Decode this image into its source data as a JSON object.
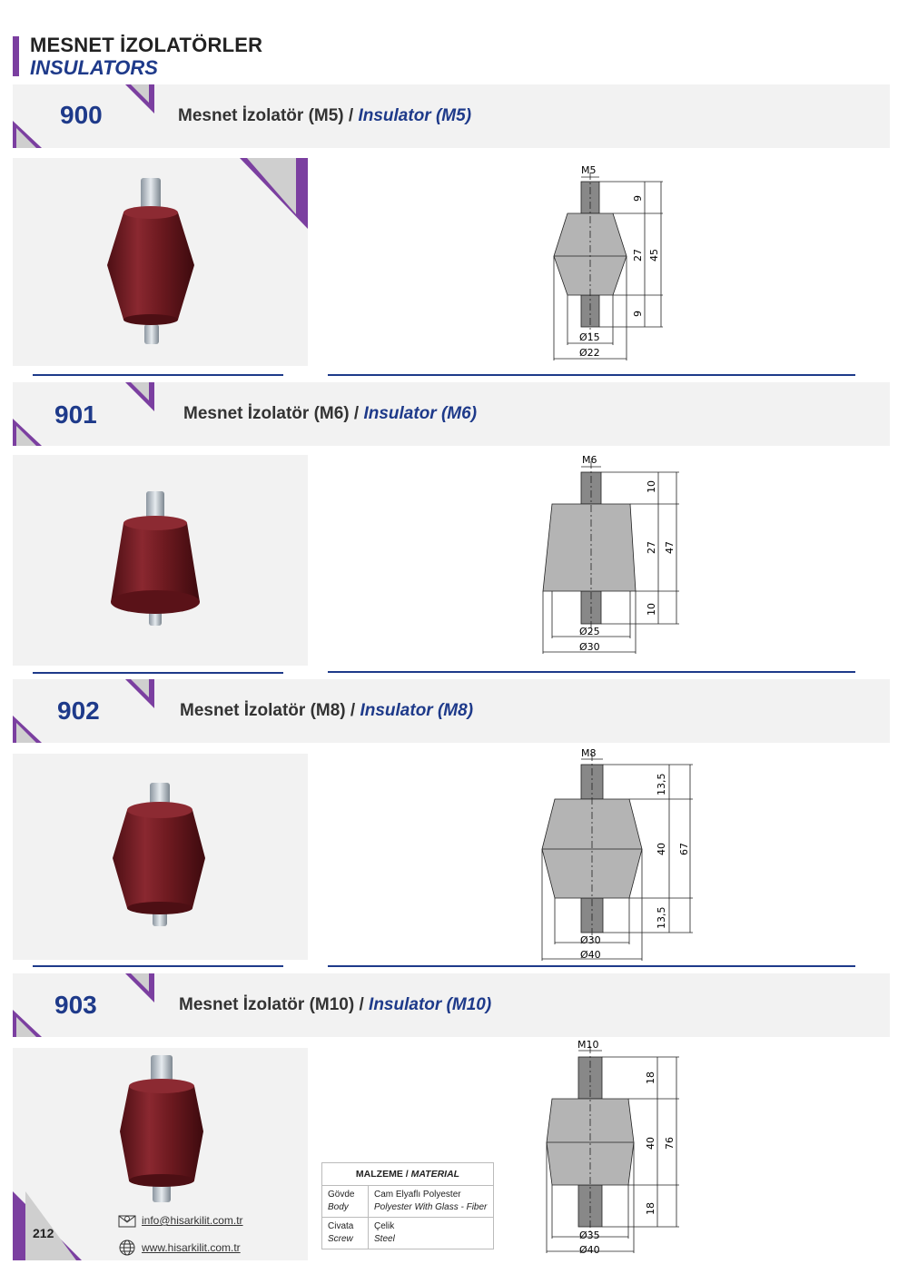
{
  "header": {
    "title_tr": "MESNET İZOLATÖRLER",
    "title_en": "INSULATORS"
  },
  "products": [
    {
      "code": "900",
      "title_tr": "Mesnet İzolatör (M5)",
      "separator": "/",
      "title_en": "Insulator (M5)",
      "dims": {
        "thread": "M5",
        "top": "9",
        "middle": "27",
        "bottom": "9",
        "total": "45",
        "d_small": "Ø15",
        "d_large": "Ø22"
      }
    },
    {
      "code": "901",
      "title_tr": "Mesnet İzolatör (M6)",
      "separator": "/",
      "title_en": "Insulator (M6)",
      "dims": {
        "thread": "M6",
        "top": "10",
        "middle": "27",
        "bottom": "10",
        "total": "47",
        "d_small": "Ø25",
        "d_large": "Ø30"
      }
    },
    {
      "code": "902",
      "title_tr": "Mesnet İzolatör (M8)",
      "separator": "/",
      "title_en": "Insulator (M8)",
      "dims": {
        "thread": "M8",
        "top": "13,5",
        "middle": "40",
        "bottom": "13,5",
        "total": "67",
        "d_small": "Ø30",
        "d_large": "Ø40"
      }
    },
    {
      "code": "903",
      "title_tr": "Mesnet İzolatör (M10)",
      "separator": "/",
      "title_en": "Insulator (M10)",
      "dims": {
        "thread": "M10",
        "top": "18",
        "middle": "40",
        "bottom": "18",
        "total": "76",
        "d_small": "Ø35",
        "d_large": "Ø40"
      }
    }
  ],
  "material": {
    "header_tr": "MALZEME",
    "header_sep": "/",
    "header_en": "MATERIAL",
    "rows": [
      {
        "label_tr": "Gövde",
        "label_en": "Body",
        "value_tr": "Cam Elyaflı Polyester",
        "value_en": "Polyester With Glass - Fiber"
      },
      {
        "label_tr": "Civata",
        "label_en": "Screw",
        "value_tr": "Çelik",
        "value_en": "Steel"
      }
    ]
  },
  "footer": {
    "page_number": "212",
    "email": "info@hisarkilit.com.tr",
    "website": "www.hisarkilit.com.tr",
    "email_icon": "envelope-icon",
    "web_icon": "globe-icon"
  },
  "colors": {
    "accent_purple": "#7b3fa0",
    "brand_blue": "#1e3a8a",
    "product_red": "#7a1c22",
    "band_gray": "#f2f2f2"
  }
}
